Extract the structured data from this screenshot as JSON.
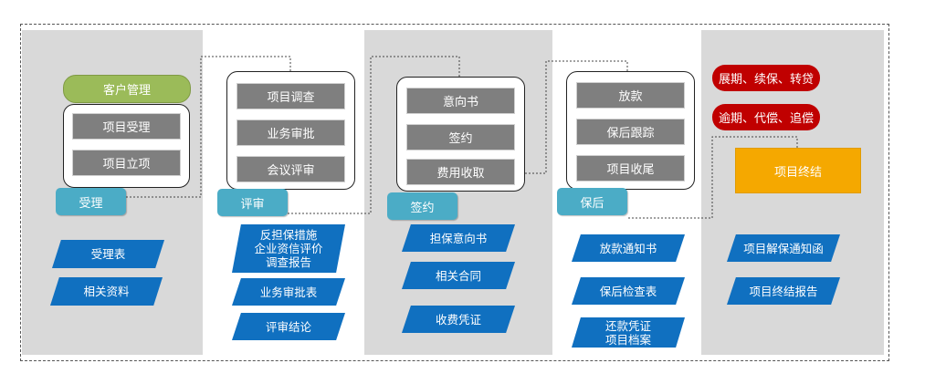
{
  "accept": {
    "top_label": "客户管理",
    "steps": [
      "项目受理",
      "项目立项"
    ],
    "stage": "受理",
    "docs": [
      "受理表",
      "相关资料"
    ]
  },
  "review": {
    "steps": [
      "项目调查",
      "业务审批",
      "会议评审"
    ],
    "stage": "评审",
    "doc1_lines": [
      "反担保措施",
      "企业资信评价",
      "调查报告"
    ],
    "docs": [
      "业务审批表",
      "评审结论"
    ]
  },
  "sign": {
    "steps": [
      "意向书",
      "签约",
      "费用收取"
    ],
    "stage": "签约",
    "docs": [
      "担保意向书",
      "相关合同",
      "收费凭证"
    ]
  },
  "post": {
    "steps": [
      "放款",
      "保后跟踪",
      "项目收尾"
    ],
    "stage": "保后",
    "docs": [
      "放款通知书",
      "保后检查表"
    ],
    "doc3_lines": [
      "还款凭证",
      "项目档案"
    ]
  },
  "close": {
    "options": [
      "展期、续保、转贷",
      "逾期、代偿、追偿"
    ],
    "final": "项目终结",
    "docs": [
      "项目解保通知函",
      "项目终结报告"
    ]
  },
  "colors": {
    "band_gray": "#d9d9d9",
    "step_gray": "#7f7f7f",
    "stage_blue": "#4bacc6",
    "doc_blue": "#1070c0",
    "client_green": "#9bbb59",
    "option_red": "#c00000",
    "final_orange": "#f5a800"
  }
}
